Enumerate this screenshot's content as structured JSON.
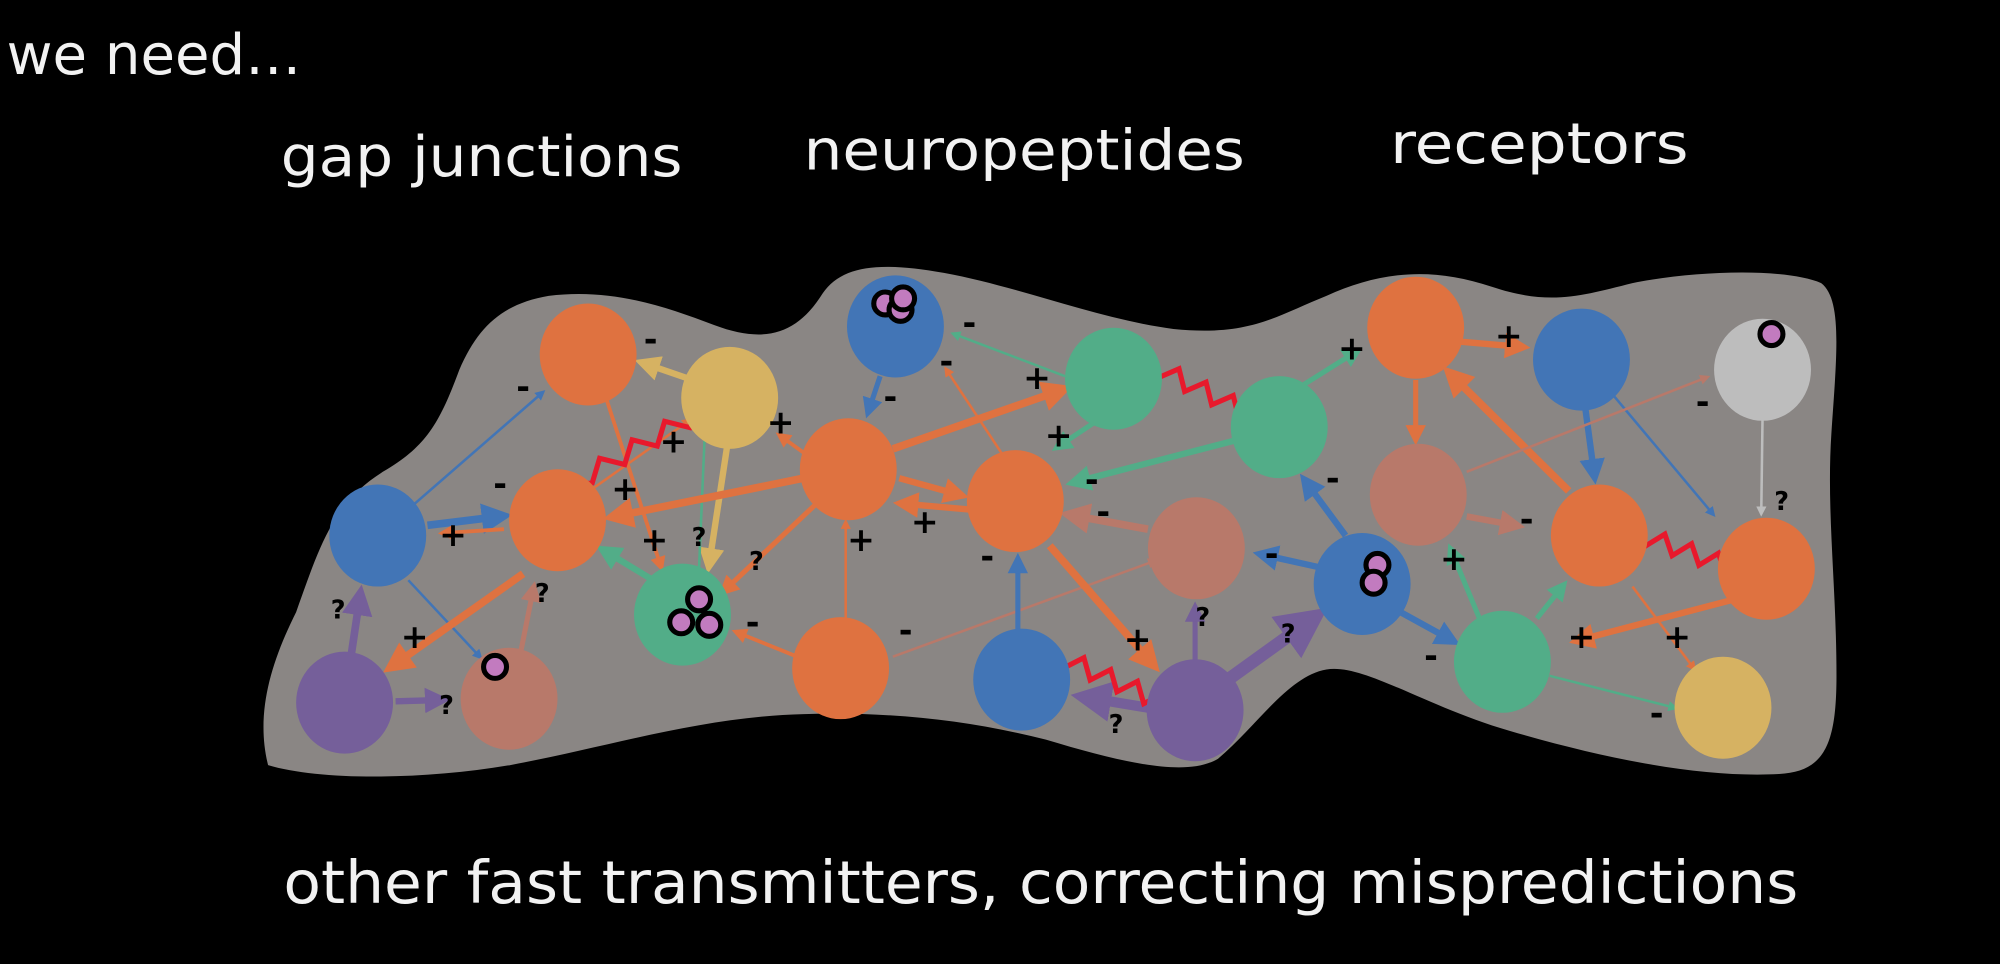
{
  "slide": {
    "heading": "we need…",
    "topics": [
      "gap junctions",
      "neuropeptides",
      "receptors"
    ],
    "footer": "other fast transmitters, correcting mispredictions"
  },
  "signs": {
    "plus": "+",
    "minus": "-",
    "question": "?"
  },
  "colors": {
    "background": "#000000",
    "blob": "#8a8684",
    "orange": "#df7240",
    "blue": "#4275b6",
    "green": "#52ad88",
    "yellow": "#d6b262",
    "purple": "#755f9a",
    "salmon": "#b8796a",
    "gray": "#bdbdbd",
    "gap_junction": "#e8192c",
    "vesicle": "#c27bbf"
  }
}
